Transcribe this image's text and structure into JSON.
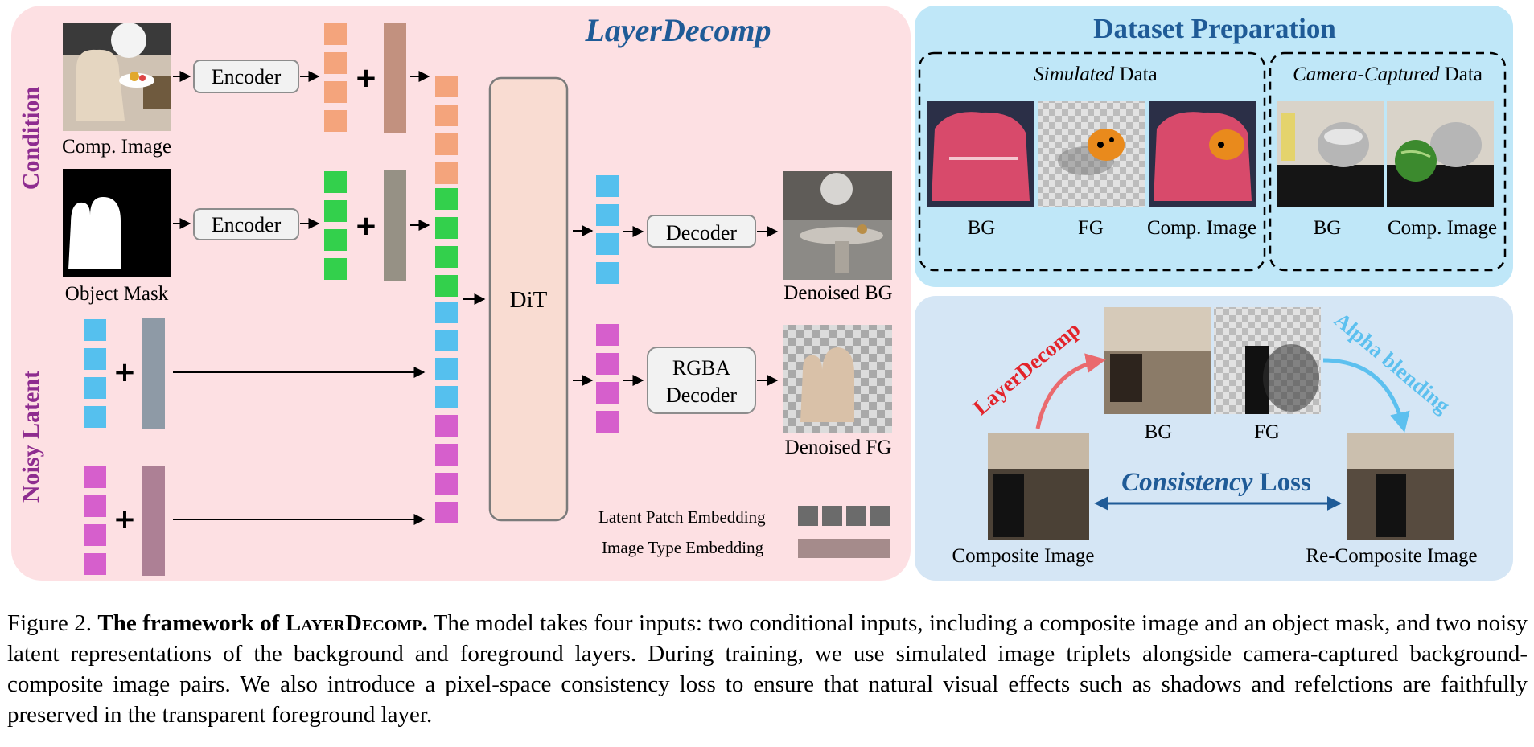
{
  "left_panel": {
    "title": "LayerDecomp",
    "condition_label": "Condition",
    "noisy_label": "Noisy Latent",
    "comp_image_label": "Comp. Image",
    "object_mask_label": "Object Mask",
    "encoder_label": "Encoder",
    "dit_label": "DiT",
    "decoder_label": "Decoder",
    "rgba_decoder_line1": "RGBA",
    "rgba_decoder_line2": "Decoder",
    "denoised_bg_label": "Denoised BG",
    "denoised_fg_label": "Denoised FG",
    "legend_patch": "Latent Patch Embedding",
    "legend_type": "Image Type Embedding"
  },
  "dataset_panel": {
    "title": "Dataset Preparation",
    "simulated_italic": "Simulated",
    "simulated_rest": " Data",
    "captured_italic": "Camera-Captured",
    "captured_rest": " Data",
    "bg": "BG",
    "fg": "FG",
    "comp": "Comp. Image",
    "bg2": "BG",
    "comp2": "Comp. Image"
  },
  "consistency_panel": {
    "layerdecomp": "LayerDecomp",
    "alpha": "Alpha blending",
    "bg": "BG",
    "fg": "FG",
    "loss_italic": "Consistency",
    "loss_rest": " Loss",
    "composite": "Composite Image",
    "recomposite": "Re-Composite Image"
  },
  "caption": {
    "prefix": "Figure 2. ",
    "bold_before": "The framework of ",
    "bold_name": "LayerDecomp",
    "bold_end": ".",
    "text": " The model takes four inputs: two conditional inputs, including a composite image and an object mask, and two noisy latent representations of the background and foreground layers. During training, we use simulated image triplets alongside camera-captured background-composite image pairs. We also introduce a pixel-space consistency loss to ensure that natural visual effects such as shadows and refelctions are faithfully preserved in the transparent foreground layer."
  },
  "colors": {
    "left_bg": "#fde0e3",
    "dataset_bg": "#bfe7f8",
    "consistency_bg": "#d5e6f5",
    "orange": "#f4a47c",
    "green": "#33d04c",
    "blue": "#55c0ee",
    "magenta": "#d65fcc",
    "title_blue": "#1f5b97",
    "purple": "#8e2c8f",
    "red": "#e3232a",
    "light_blue_text": "#5cc0ef"
  }
}
